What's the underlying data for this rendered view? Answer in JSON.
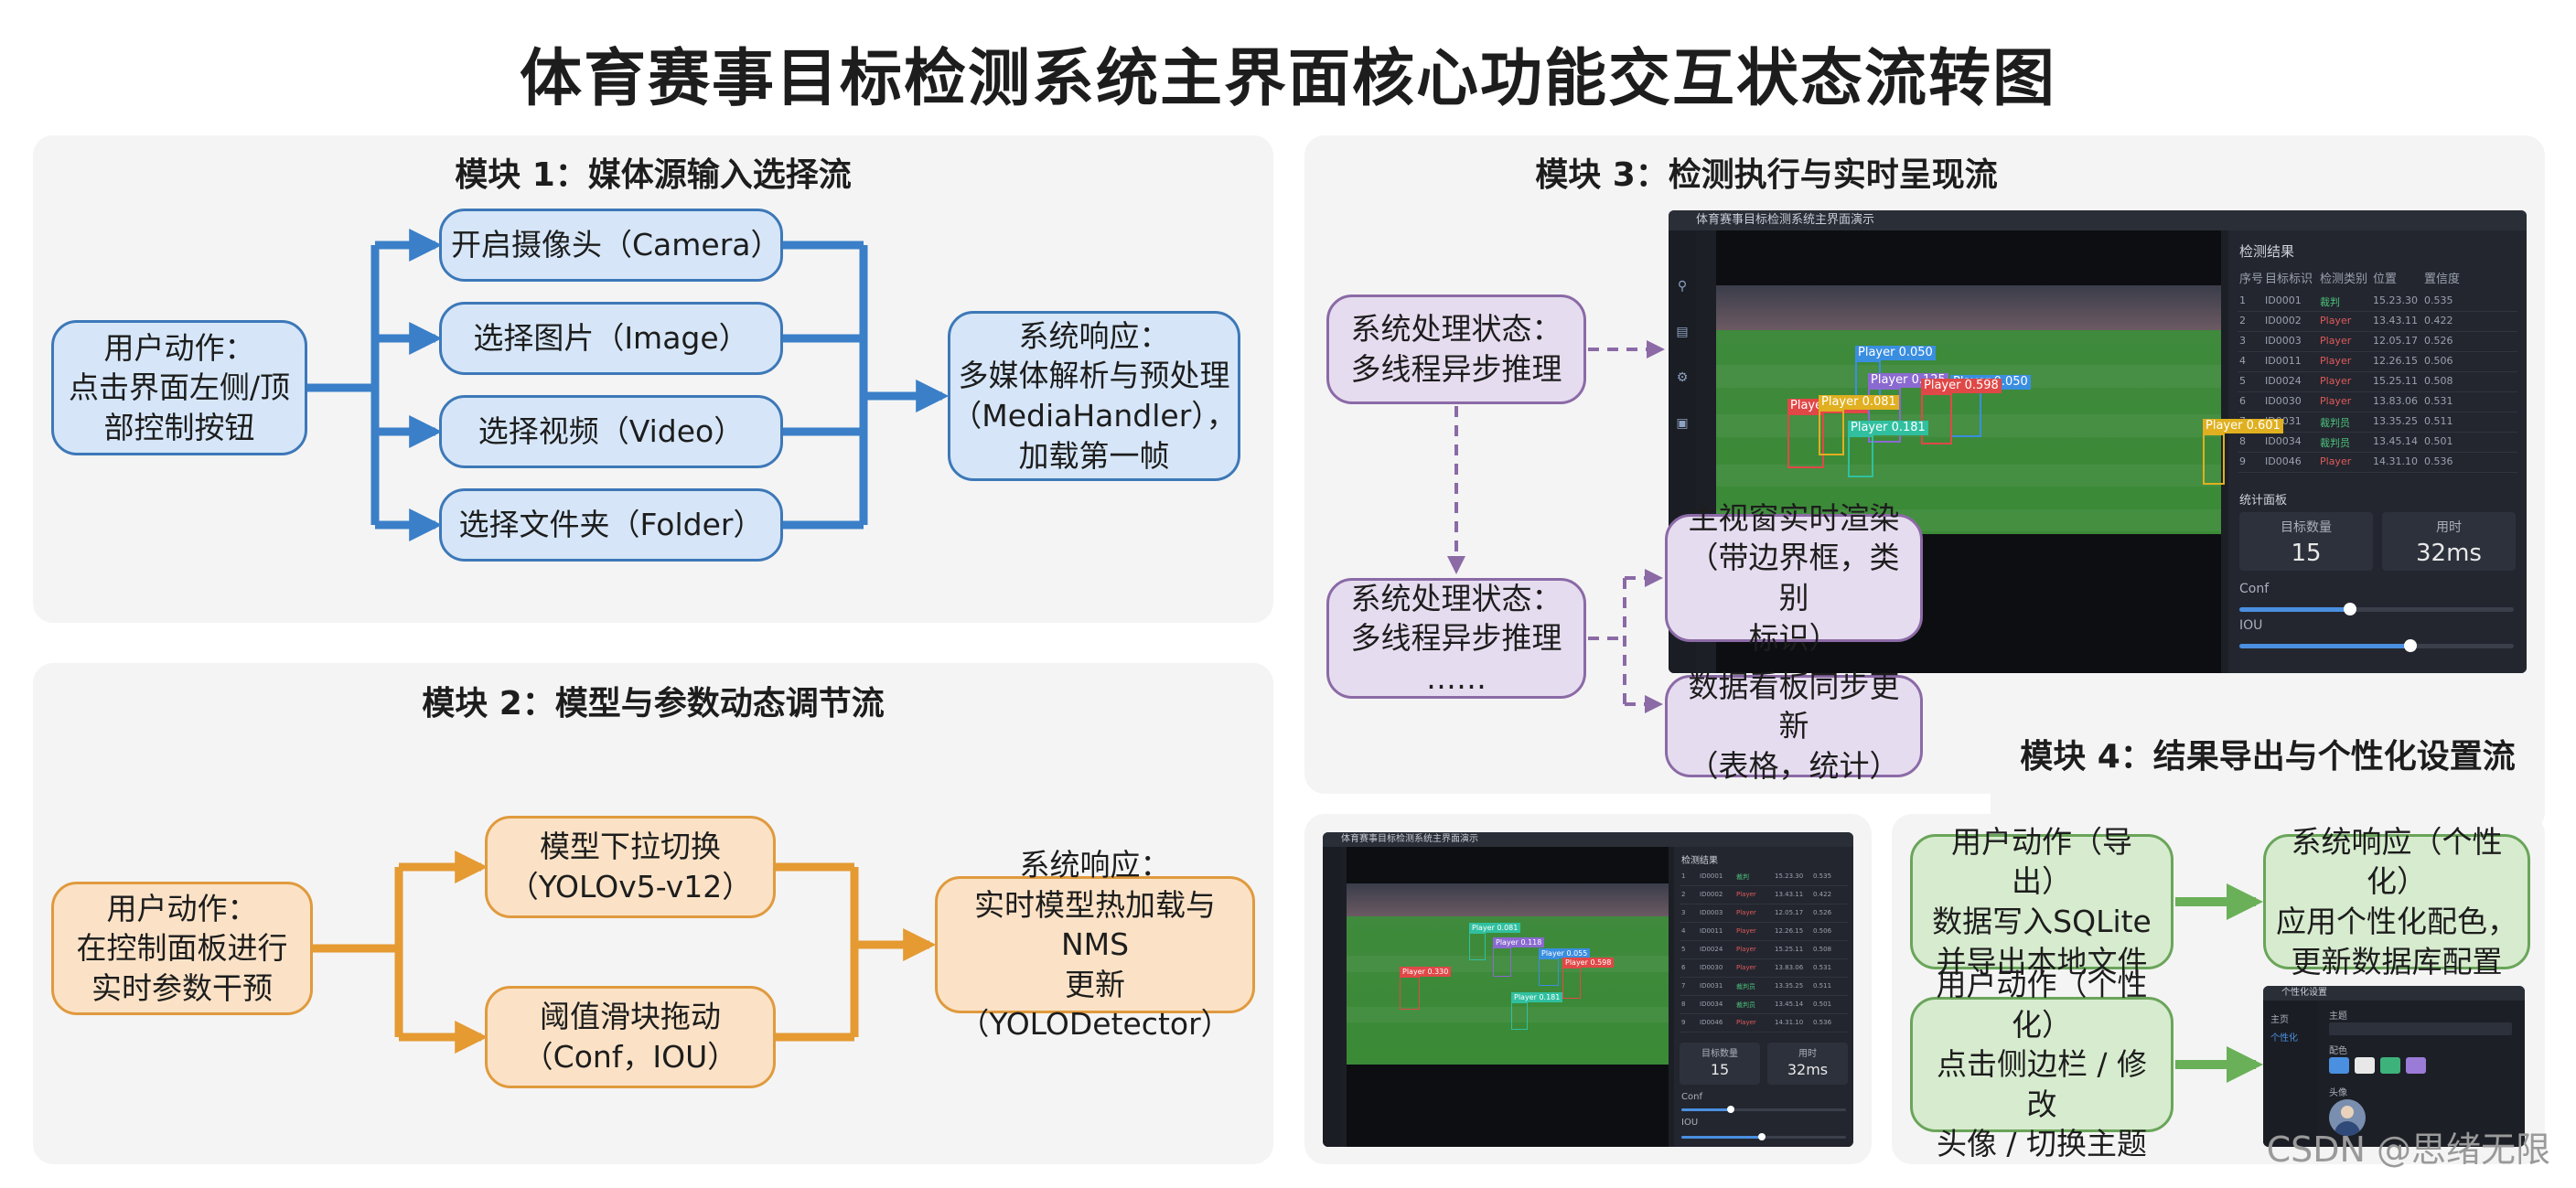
{
  "title": "体育赛事目标检测系统主界面核心功能交互状态流转图",
  "module1": {
    "title": "模块 1：媒体源输入选择流",
    "user": "用户动作：\n点击界面左侧/顶\n部控制按钮",
    "options": [
      "开启摄像头（Camera）",
      "选择图片（Image）",
      "选择视频（Video）",
      "选择文件夹（Folder）"
    ],
    "response": "系统响应：\n多媒体解析与预处理\n（MediaHandler），\n加载第一帧"
  },
  "module2": {
    "title": "模块 2：模型与参数动态调节流",
    "user": "用户动作：\n在控制面板进行\n实时参数干预",
    "options": [
      "模型下拉切换\n（YOLOv5-v12）",
      "阈值滑块拖动\n（Conf，IOU）"
    ],
    "response": "系统响应：\n实时模型热加载与 NMS\n更新（YOLODetector）"
  },
  "module3": {
    "title": "模块 3：检测执行与实时呈现流",
    "state1": "系统处理状态：\n多线程异步推理",
    "state2": "系统处理状态：\n多线程异步推理\n……",
    "out1": "主视窗实时渲染\n（带边界框，类别\n标识）",
    "out2": "数据看板同步更新\n（表格，统计）"
  },
  "module4": {
    "title": "模块 4：结果导出与个性化设置流",
    "export_user": "用户动作（导出）\n数据写入SQLite\n并导出本地文件",
    "export_resp": "系统响应（个性化）\n应用个性化配色，\n更新数据库配置",
    "personal_user": "用户动作（个性化）\n点击侧边栏 / 修改\n头像 / 切换主题"
  },
  "app_large": {
    "window_title": "体育赛事目标检测系统主界面演示",
    "panel_title": "检测结果",
    "table_headers": [
      "序号",
      "目标标识",
      "检测类别",
      "位置",
      "置信度"
    ],
    "rows": [
      [
        "1",
        "ID0001",
        "裁判",
        "15.23.30",
        "0.535"
      ],
      [
        "2",
        "ID0002",
        "Player",
        "13.43.11",
        "0.422"
      ],
      [
        "3",
        "ID0003",
        "Player",
        "12.05.17",
        "0.526"
      ],
      [
        "4",
        "ID0011",
        "Player",
        "12.26.15",
        "0.506"
      ],
      [
        "5",
        "ID0024",
        "Player",
        "15.25.11",
        "0.508"
      ],
      [
        "6",
        "ID0030",
        "Player",
        "13.83.06",
        "0.531"
      ],
      [
        "7",
        "ID0031",
        "裁判员",
        "13.35.25",
        "0.511"
      ],
      [
        "8",
        "ID0034",
        "裁判员",
        "13.45.14",
        "0.501"
      ],
      [
        "9",
        "ID0046",
        "Player",
        "14.31.10",
        "0.536"
      ]
    ],
    "stats_title": "统计面板",
    "count_label": "目标数量",
    "count_value": "15",
    "time_label": "用时",
    "time_value": "32ms",
    "conf_label": "Conf",
    "iou_label": "IOU",
    "boxes": [
      {
        "label": "Player 0.050",
        "color": "#3a8ee0"
      },
      {
        "label": "Player 0.125",
        "color": "#8a6ad0"
      },
      {
        "label": "Player 0.050",
        "color": "#3a8ee0"
      },
      {
        "label": "Player 0.330",
        "color": "#e04848"
      },
      {
        "label": "Player 0.081",
        "color": "#e0b020"
      },
      {
        "label": "Player 0.598",
        "color": "#e04848"
      },
      {
        "label": "Player 0.181",
        "color": "#30c0a0"
      },
      {
        "label": "Player 0.601",
        "color": "#e0b020"
      }
    ]
  },
  "app_small": {
    "window_title": "体育赛事目标检测系统主界面演示",
    "panel_title": "检测结果",
    "count_label": "目标数量",
    "count_value": "15",
    "time_label": "用时",
    "time_value": "32ms",
    "conf_label": "Conf",
    "iou_label": "IOU",
    "boxes": [
      {
        "label": "Player 0.081",
        "color": "#30c0a0"
      },
      {
        "label": "Player 0.118",
        "color": "#8a6ad0"
      },
      {
        "label": "Player 0.055",
        "color": "#3a8ee0"
      },
      {
        "label": "Player 0.330",
        "color": "#e04848"
      },
      {
        "label": "Player 0.598",
        "color": "#e04848"
      },
      {
        "label": "Player 0.181",
        "color": "#30c0a0"
      }
    ]
  },
  "settings_window": {
    "window_title": "个性化设置",
    "menu": [
      "主页",
      "个性化"
    ],
    "theme_label": "主题",
    "color_label": "配色",
    "avatar_label": "头像"
  },
  "watermark": "CSDN @思绪无限",
  "colors": {
    "blue": "#3d78b8",
    "orange": "#e09a3e",
    "purple": "#8b6aa6",
    "green": "#6aa55a"
  }
}
